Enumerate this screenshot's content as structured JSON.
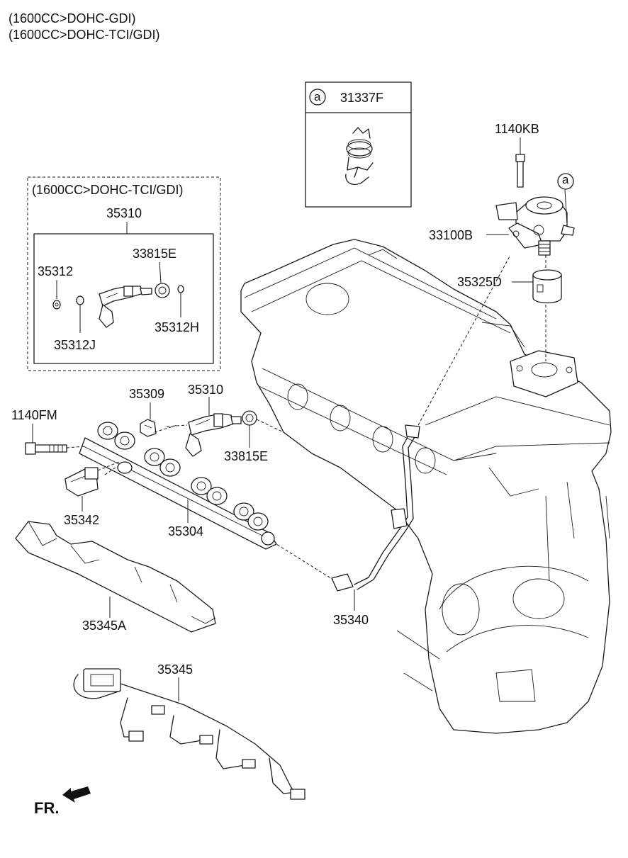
{
  "header": {
    "line1": "(1600CC>DOHC-GDI)",
    "line2": "(1600CC>DOHC-TCI/GDI)"
  },
  "detail_box": {
    "marker": "a",
    "part_number": "31337F"
  },
  "sub_assembly": {
    "condition": "(1600CC>DOHC-TCI/GDI)",
    "assembly_number": "35310",
    "parts": {
      "washer": "35312",
      "seal": "33815E",
      "ring_j": "35312J",
      "ring_h": "35312H"
    }
  },
  "callouts": {
    "bolt_top": "1140KB",
    "marker_a": "a",
    "pump": "33100B",
    "pump_cup": "35325D",
    "clip": "35309",
    "injector": "35310",
    "seal": "33815E",
    "bolt_rail": "1140FM",
    "pressure_sensor": "35342",
    "fuel_rail": "35304",
    "hp_pipe": "35340",
    "heat_shield": "35345A",
    "harness": "35345"
  },
  "direction": {
    "label": "FR."
  }
}
